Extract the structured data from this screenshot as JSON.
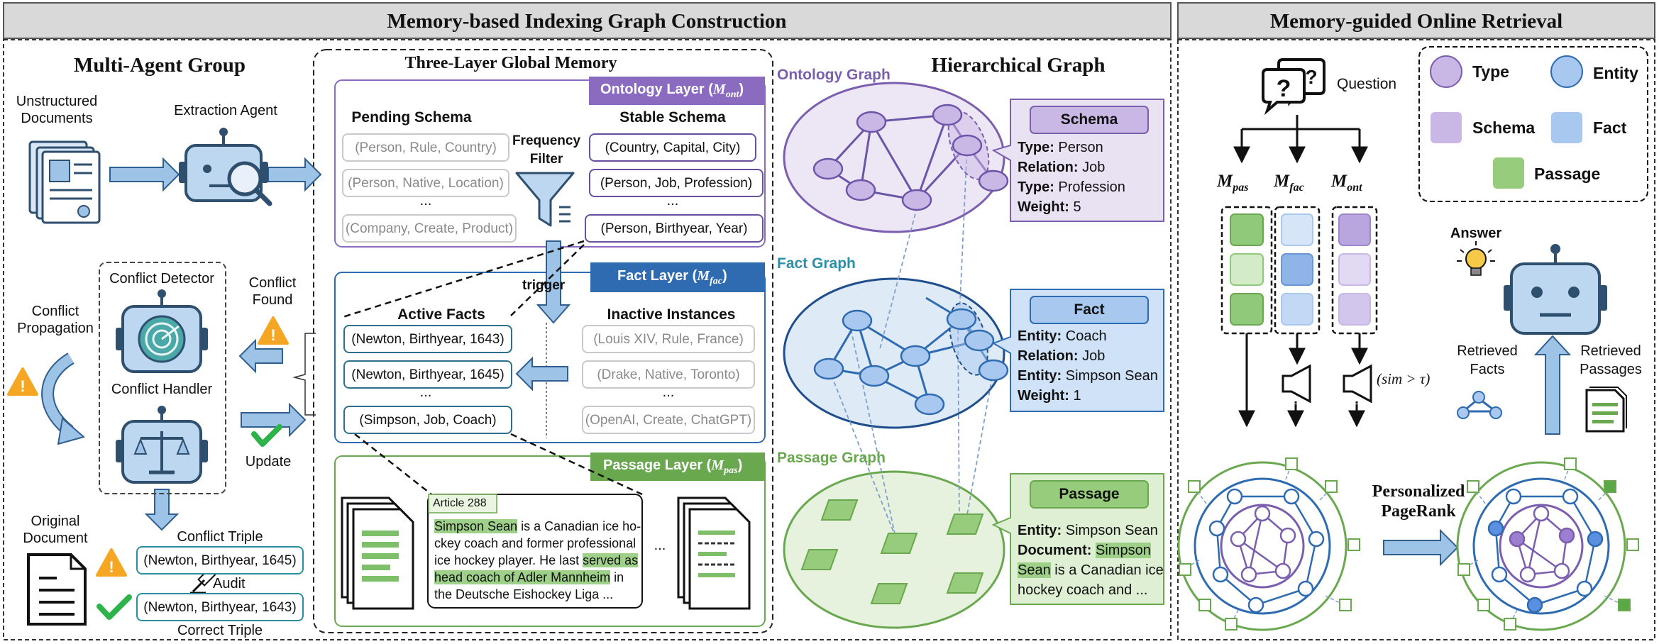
{
  "sections": {
    "construction_title": "Memory-based Indexing Graph Construction",
    "retrieval_title": "Memory-guided Online Retrieval"
  },
  "multi_agent": {
    "title": "Multi-Agent Group",
    "unstructured_line1": "Unstructured",
    "unstructured_line2": "Documents",
    "extraction_agent": "Extraction Agent",
    "conflict_detector": "Conflict Detector",
    "conflict_handler": "Conflict Handler",
    "conflict_propagation_line1": "Conflict",
    "conflict_propagation_line2": "Propagation",
    "conflict_found_line1": "Conflict",
    "conflict_found_line2": "Found",
    "update": "Update",
    "original_line1": "Original",
    "original_line2": "Document",
    "conflict_triple_label": "Conflict Triple",
    "conflict_triple": "(Newton, Birthyear, 1645)",
    "audit": "Audit",
    "correct_triple": "(Newton, Birthyear, 1643)",
    "correct_triple_label": "Correct Triple"
  },
  "memory": {
    "title": "Three-Layer Global Memory",
    "ontology_layer": {
      "tab_prefix": "Ontology Layer (",
      "tab_symbol": "M",
      "tab_sub": "ont",
      "tab_suffix": ")",
      "pending_title": "Pending Schema",
      "stable_title": "Stable Schema",
      "pending": [
        "(Person, Rule, Country)",
        "(Person, Native, Location)",
        "(Company, Create, Product)"
      ],
      "stable": [
        "(Country, Capital, City)",
        "(Person, Job, Profession)",
        "(Person, Birthyear, Year)"
      ],
      "ellipsis": "...",
      "filter_line1": "Frequency",
      "filter_line2": "Filter"
    },
    "trigger": "trigger",
    "fact_layer": {
      "tab_prefix": "Fact Layer (",
      "tab_symbol": "M",
      "tab_sub": "fac",
      "tab_suffix": ")",
      "active_title": "Active Facts",
      "inactive_title": "Inactive Instances",
      "active": [
        "(Newton, Birthyear, 1643)",
        "(Newton, Birthyear, 1645)",
        "(Simpson, Job, Coach)"
      ],
      "inactive": [
        "(Louis XIV, Rule, France)",
        "(Drake, Native, Toronto)",
        "(OpenAI, Create, ChatGPT)"
      ],
      "ellipsis": "..."
    },
    "passage_layer": {
      "tab_prefix": "Passage Layer (",
      "tab_symbol": "M",
      "tab_sub": "pas",
      "tab_suffix": ")",
      "article_label": "Article 288",
      "article_lines": [
        {
          "hl": "Simpson Sean",
          "rest": " is a Canadian ice ho-"
        },
        {
          "hl": "",
          "rest": "ckey coach and former professional"
        },
        {
          "hl": "",
          "rest": "ice hockey player. He last "
        },
        {
          "hl": "head coach of Adler Mannheim",
          "rest": " in"
        },
        {
          "hl": "",
          "rest": "the Deutsche Eishockey Liga ..."
        }
      ],
      "article_hl2": "served as",
      "ellipsis": "..."
    }
  },
  "hier_graph": {
    "title": "Hierarchical Graph",
    "ontology_graph": "Ontology Graph",
    "fact_graph": "Fact Graph",
    "passage_graph": "Passage Graph",
    "schema_box": {
      "title": "Schema",
      "rows": [
        {
          "k": "Type:",
          "v": " Person"
        },
        {
          "k": "Relation:",
          "v": " Job"
        },
        {
          "k": "Type:",
          "v": " Profession"
        },
        {
          "k": "Weight:",
          "v": " 5"
        }
      ]
    },
    "fact_box": {
      "title": "Fact",
      "rows": [
        {
          "k": "Entity:",
          "v": " Coach"
        },
        {
          "k": "Relation:",
          "v": " Job"
        },
        {
          "k": "Entity:",
          "v": " Simpson Sean"
        },
        {
          "k": "Weight:",
          "v": " 1"
        }
      ]
    },
    "passage_box": {
      "title": "Passage",
      "entity_k": "Entity:",
      "entity_v": " Simpson Sean",
      "doc_k": "Document:",
      "doc_hl1": "Simpson",
      "doc_hl2": "Sean",
      "doc_rest2": " is a Canadian ice",
      "doc_line3": "hockey coach and ..."
    }
  },
  "retrieval": {
    "question": "Question",
    "m_pas": {
      "sym": "M",
      "sub": "pas"
    },
    "m_fac": {
      "sym": "M",
      "sub": "fac"
    },
    "m_ont": {
      "sym": "M",
      "sub": "ont"
    },
    "sim": "(sim > τ)",
    "answer": "Answer",
    "retrieved_facts_line1": "Retrieved",
    "retrieved_facts_line2": "Facts",
    "retrieved_passages_line1": "Retrieved",
    "retrieved_passages_line2": "Passages",
    "pagerank_line1": "Personalized",
    "pagerank_line2": "PageRank",
    "legend": {
      "type": "Type",
      "entity": "Entity",
      "schema": "Schema",
      "fact": "Fact",
      "passage": "Passage"
    }
  },
  "colors": {
    "purple": "#7b5fae",
    "purple_fill": "#c9b8e6",
    "blue": "#1f4e8c",
    "blue_fill": "#a9c8ef",
    "green": "#6aa84f",
    "green_fill": "#97cc7c",
    "tab_purple": "#8a6bbf",
    "tab_blue": "#2e6bb0",
    "tab_green": "#6aa84f",
    "arrow": "#9dc3e6",
    "warning": "#f5a623",
    "check": "#2db34a"
  }
}
